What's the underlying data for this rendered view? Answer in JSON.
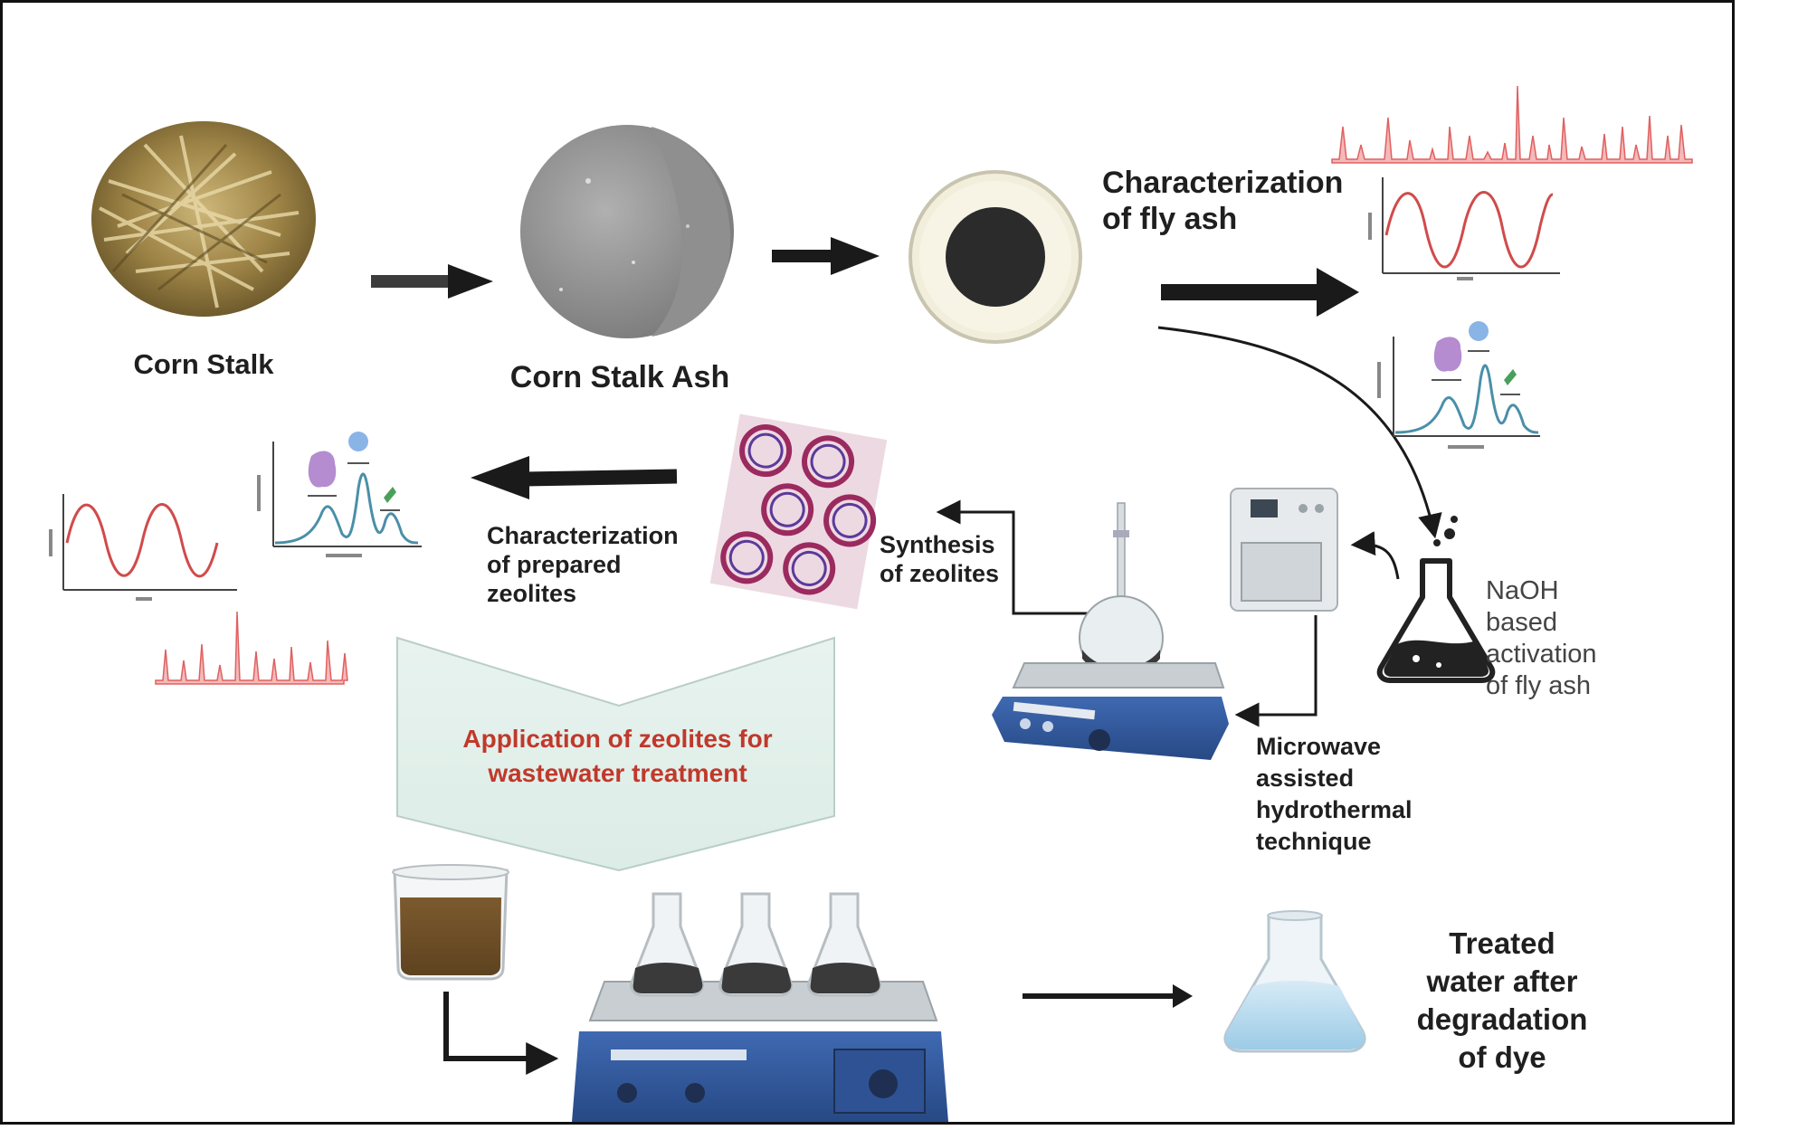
{
  "labels": {
    "corn_stalk": "Corn Stalk",
    "corn_stalk_ash": "Corn Stalk Ash",
    "char_fly_ash_1": "Characterization",
    "char_fly_ash_2": "of fly ash",
    "char_zeolites_1": "Characterization",
    "char_zeolites_2": "of prepared",
    "char_zeolites_3": "zeolites",
    "synthesis_1": "Synthesis",
    "synthesis_2": "of zeolites",
    "naoh_1": "NaOH",
    "naoh_2": "based",
    "naoh_3": "activation",
    "naoh_4": "of fly ash",
    "microwave_1": "Microwave",
    "microwave_2": "assisted",
    "microwave_3": "hydrothermal",
    "microwave_4": "technique",
    "application_1": "Application of zeolites for",
    "application_2": "wastewater treatment",
    "treated_1": "Treated",
    "treated_2": "water after",
    "treated_3": "degradation",
    "treated_4": "of dye"
  },
  "colors": {
    "arrow": "#1a1a1a",
    "application_text": "#c0392b",
    "banner_fill": "#e3f0ec",
    "spectrum": "#e06060",
    "wave": "#d04b4b",
    "chromatogram": "#4a8fa8",
    "zeolite": "#9b2a5f"
  },
  "icons": [
    "corn-stalk-image",
    "ash-disc-icon",
    "petri-dish-icon",
    "xrd-spectrum-icon",
    "sine-wave-plot-icon",
    "chromatogram-plot-icon",
    "zeolite-structure-icon",
    "round-flask-hotplate-icon",
    "microwave-oven-icon",
    "erlenmeyer-flask-icon",
    "beaker-dye-icon",
    "shaker-flasks-icon",
    "treated-water-flask-icon"
  ]
}
